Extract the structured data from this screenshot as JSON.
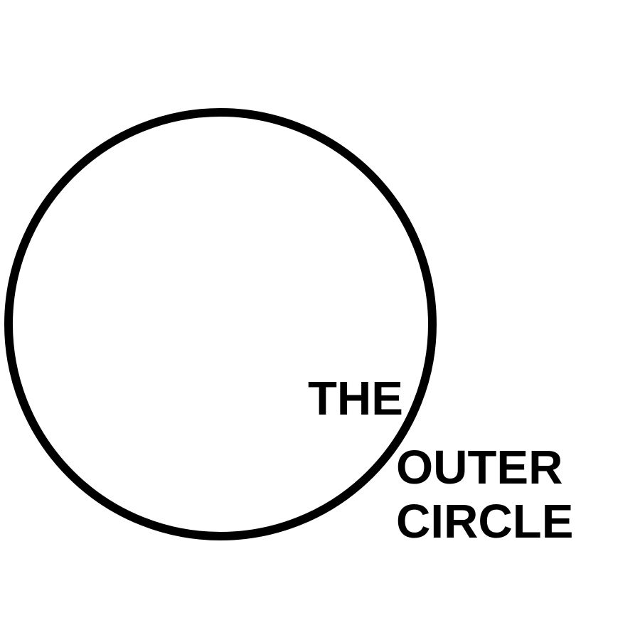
{
  "logo": {
    "line1": "THE",
    "line2": "OUTER",
    "line3": "CIRCLE",
    "color": "#000000",
    "background": "#ffffff"
  }
}
